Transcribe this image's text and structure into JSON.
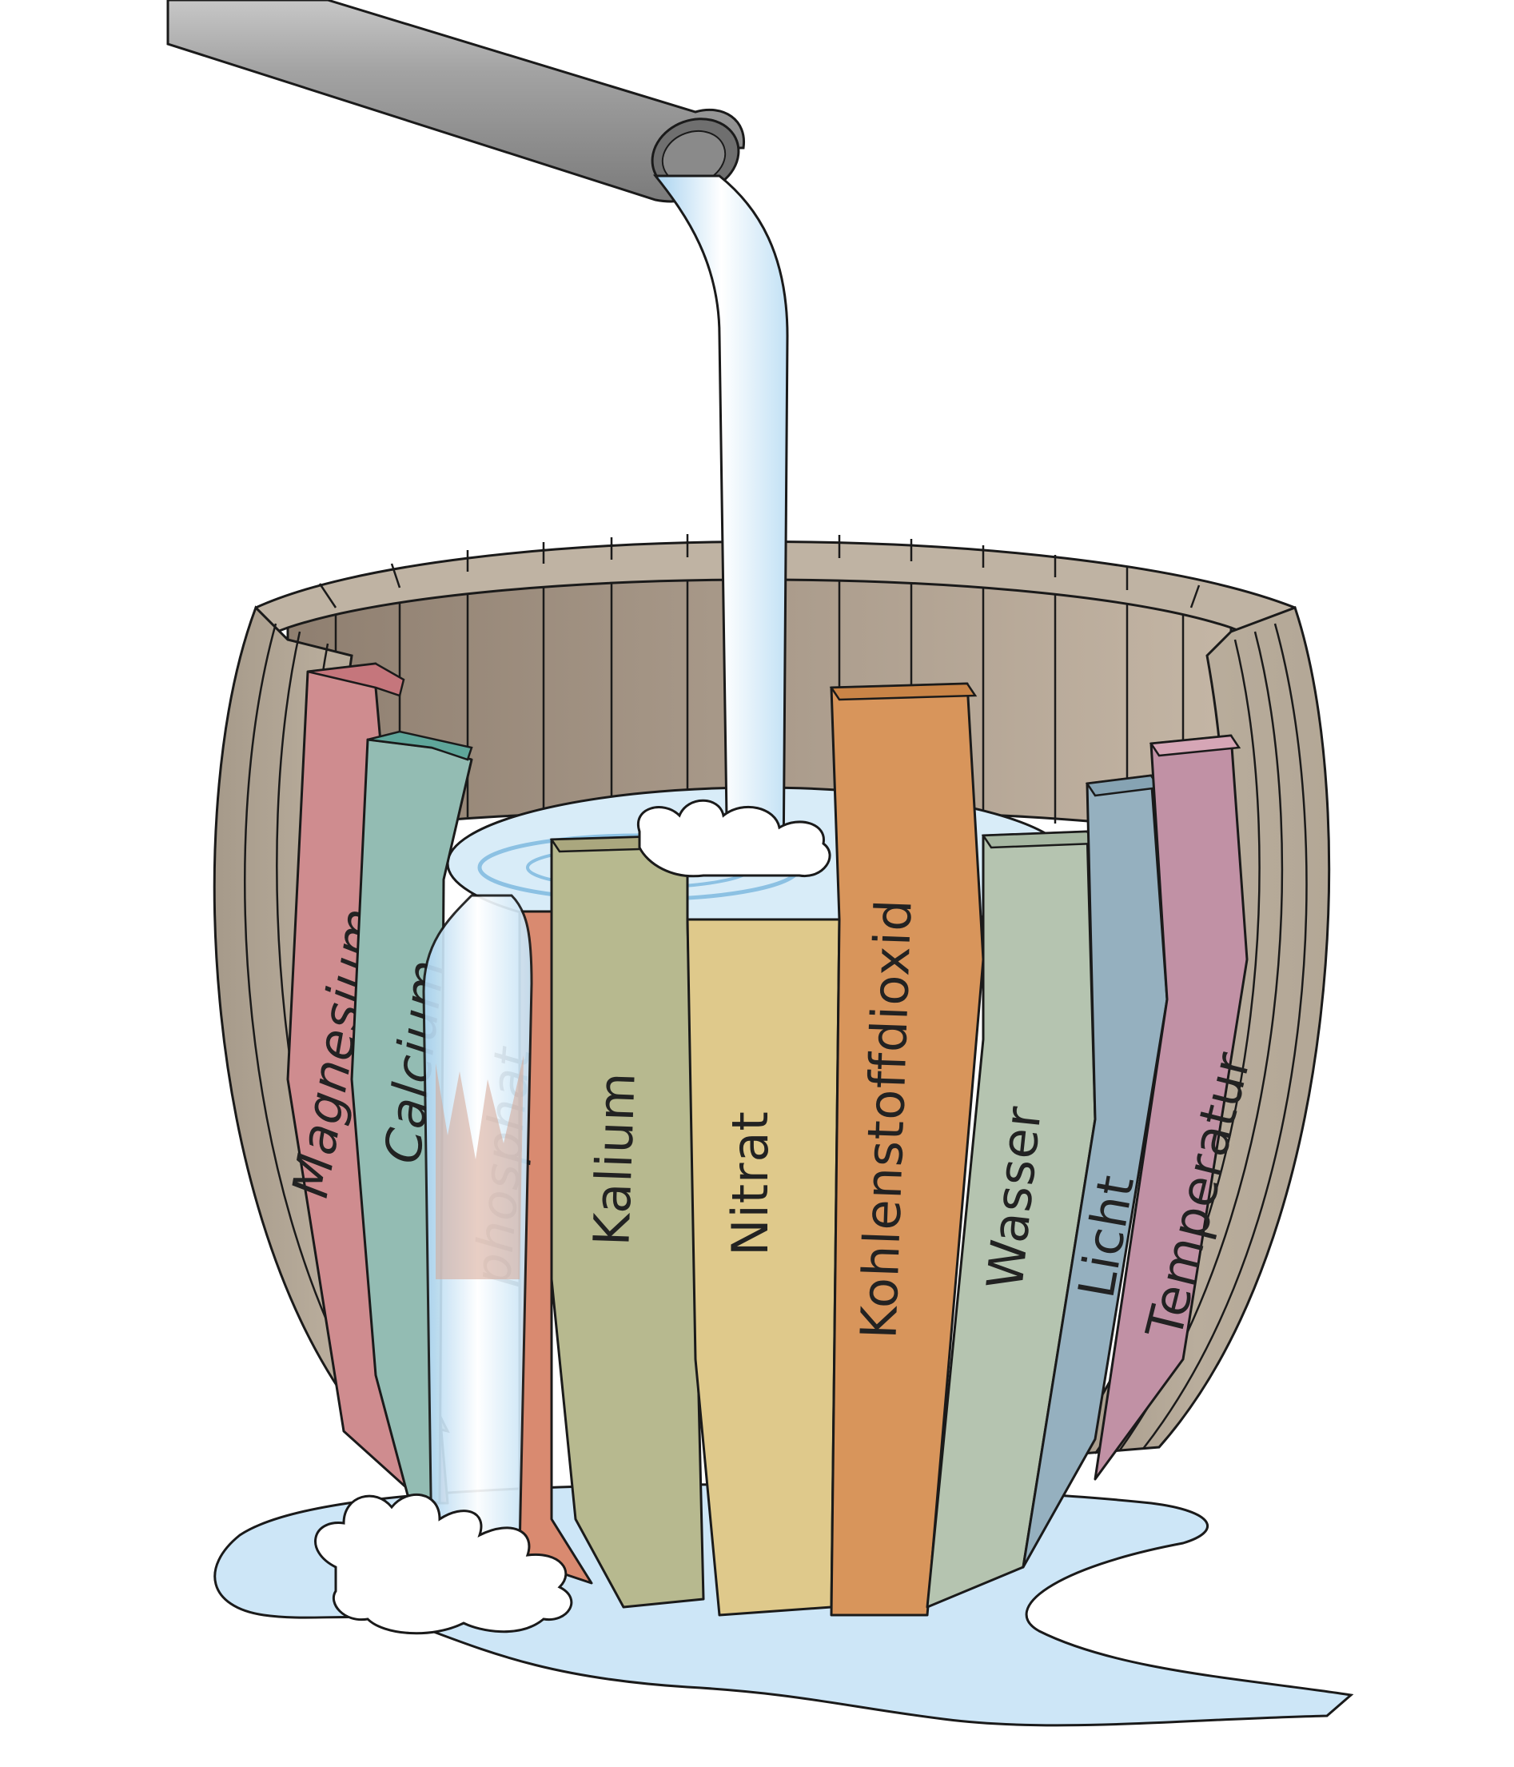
{
  "staves": [
    {
      "label": "Magnesium",
      "color": "#cf8c8f",
      "top_color": "#c5767c",
      "italic": true
    },
    {
      "label": "Calcium",
      "color": "#93bcb3",
      "top_color": "#5fa69a",
      "italic": true
    },
    {
      "label": "phosphat",
      "color": "#d98a70",
      "top_color": "#d98a70",
      "italic": true
    },
    {
      "label": "Kalium",
      "color": "#b7b98f",
      "top_color": "#aaa77e",
      "italic": false
    },
    {
      "label": "Nitrat",
      "color": "#dfc98b",
      "top_color": "#d2bd7c",
      "italic": false
    },
    {
      "label": "Kohlenstoffdioxid",
      "color": "#d8955b",
      "top_color": "#c98447",
      "italic": false
    },
    {
      "label": "Wasser",
      "color": "#b5c4b0",
      "top_color": "#a6b7a2",
      "italic": false
    },
    {
      "label": "Licht",
      "color": "#95b0bf",
      "top_color": "#86a3b3",
      "italic": false
    },
    {
      "label": "Temperatur",
      "color": "#c191a5",
      "top_color": "#d6a6b6",
      "italic": false
    }
  ],
  "colors": {
    "barrel_wood": "#b4a898",
    "barrel_inner": "#9c8c7c",
    "water": "#c9e4f5",
    "pipe": "#9a9a9a"
  }
}
